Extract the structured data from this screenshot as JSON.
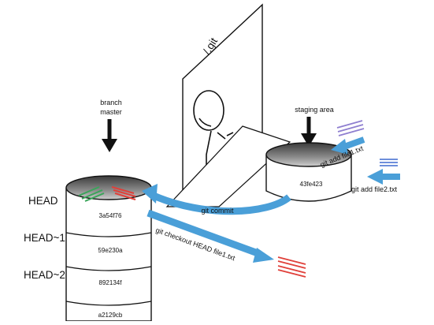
{
  "labels": {
    "git_dir": "/.git",
    "branch_line1": "branch",
    "branch_line2": "master",
    "staging_area": "staging area",
    "head": "HEAD",
    "head1": "HEAD~1",
    "head2": "HEAD~2",
    "git_commit": "git commit",
    "git_add_file1": "git add file1.txt",
    "git_add_file2": "git add file2.txt",
    "git_checkout": "git checkout HEAD file1.txt"
  },
  "commits": [
    "3a54f76",
    "59e230a",
    "892134f",
    "a2129cb"
  ],
  "staging_hash": "43fe423",
  "colors": {
    "arrow_blue": "#4a9fd8",
    "file_red": "#e0403a",
    "file_green": "#3aa55a",
    "file_purple": "#8f7fd0",
    "file_blue": "#5a7fd6",
    "outline": "#111111"
  }
}
